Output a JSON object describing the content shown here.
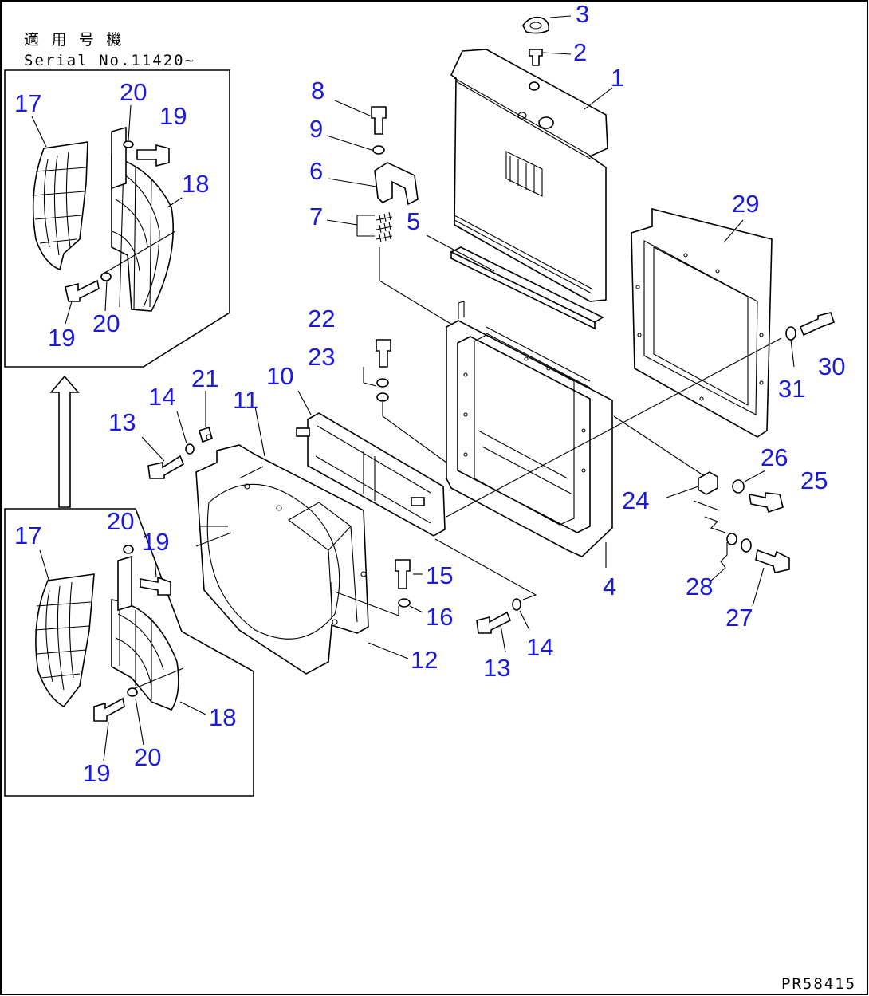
{
  "header": {
    "applicable_label": "適 用 号 機",
    "serial_label": "Serial No.11420~"
  },
  "drawing_code": "PR58415",
  "callouts": {
    "n1": "1",
    "n2": "2",
    "n3": "3",
    "n4": "4",
    "n5": "5",
    "n6": "6",
    "n7": "7",
    "n8": "8",
    "n9": "9",
    "n10": "10",
    "n11": "11",
    "n12": "12",
    "n13": "13",
    "n13b": "13",
    "n14": "14",
    "n14b": "14",
    "n15": "15",
    "n16": "16",
    "n21": "21",
    "n22": "22",
    "n23": "23",
    "n24": "24",
    "n25": "25",
    "n26": "26",
    "n27": "27",
    "n28": "28",
    "n29": "29",
    "n30": "30",
    "n31": "31",
    "top_inset": {
      "n17": "17",
      "n18": "18",
      "n19a": "19",
      "n19b": "19",
      "n20a": "20",
      "n20b": "20"
    },
    "bottom_inset": {
      "n17": "17",
      "n18": "18",
      "n19a": "19",
      "n19b": "19",
      "n20a": "20",
      "n20b": "20"
    }
  }
}
